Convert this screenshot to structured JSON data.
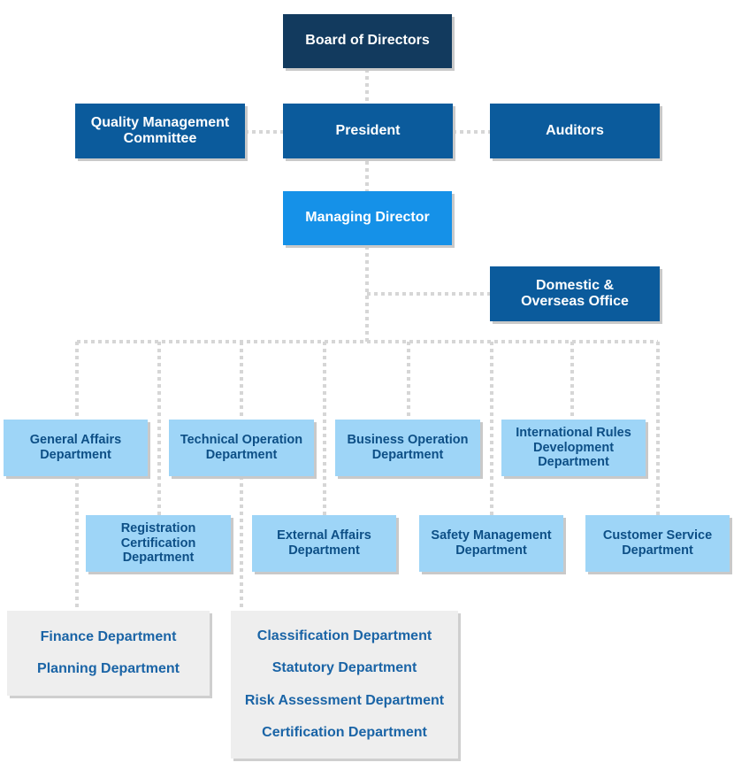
{
  "top": {
    "board": "Board of Directors",
    "quality": [
      "Quality Management",
      "Committee"
    ],
    "president": "President",
    "auditors": "Auditors",
    "managing": "Managing Director",
    "domestic": [
      "Domestic &",
      "Overseas Office"
    ]
  },
  "departments": {
    "general_affairs": [
      "General Affairs",
      "Department"
    ],
    "technical_operation": [
      "Technical Operation",
      "Department"
    ],
    "business_operation": [
      "Business Operation",
      "Department"
    ],
    "international_rules": [
      "International Rules",
      "Development",
      "Department"
    ],
    "registration": [
      "Registration",
      "Certification",
      "Department"
    ],
    "external_affairs": [
      "External Affairs",
      "Department"
    ],
    "safety_management": [
      "Safety Management",
      "Department"
    ],
    "customer_service": [
      "Customer Service",
      "Department"
    ]
  },
  "sub_units": {
    "general_affairs": [
      "Finance Department",
      "Planning Department"
    ],
    "technical_operation": [
      "Classification Department",
      "Statutory Department",
      "Risk Assessment Department",
      "Certification Department"
    ]
  },
  "colors": {
    "board": "#123a5e",
    "dark_blue": "#0b5b9c",
    "managing_blue": "#1591e8",
    "light_blue": "#9ed5f7",
    "grey_box": "#eeeeee",
    "connector": "#d6d6d6"
  }
}
